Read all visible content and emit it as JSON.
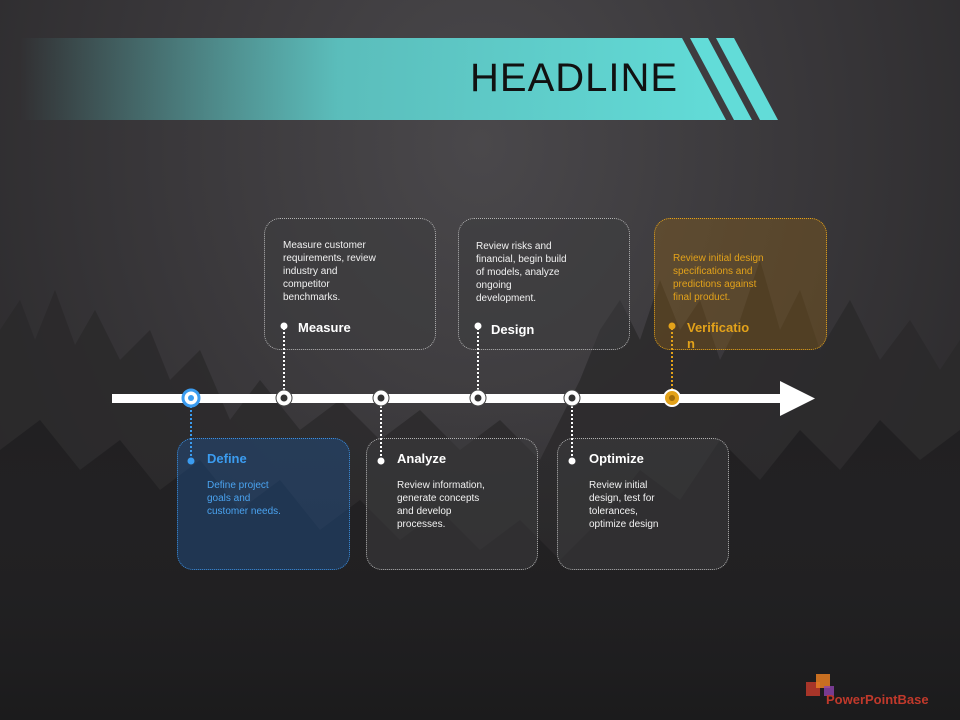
{
  "headline": "HEADLINE",
  "colors": {
    "banner": "#5fd3d0",
    "blue": "#3b9cf0",
    "orange": "#e3a21a",
    "white": "#ffffff"
  },
  "steps": [
    {
      "label": "Define",
      "description": "Define project\ngoals and\ncustomer needs.",
      "position": "below",
      "accent": "blue"
    },
    {
      "label": "Measure",
      "description": "Measure customer\nrequirements, review\nindustry and\ncompetitor\nbenchmarks.",
      "position": "above",
      "accent": "white"
    },
    {
      "label": "Analyze",
      "description": "Review information,\ngenerate concepts\nand develop\nprocesses.",
      "position": "below",
      "accent": "white"
    },
    {
      "label": "Design",
      "description": "Review risks and\nfinancial, begin build\nof models, analyze\nongoing\ndevelopment.",
      "position": "above",
      "accent": "white"
    },
    {
      "label": "Optimize",
      "description": "Review initial\ndesign, test for\ntolerances,\noptimize design",
      "position": "below",
      "accent": "white"
    },
    {
      "label": "Verificatio\nn",
      "description": "Review initial  design\nspecifications and\npredictions against\nfinal product.",
      "position": "above",
      "accent": "orange"
    }
  ],
  "logo": {
    "text": "PowerPointBase"
  }
}
